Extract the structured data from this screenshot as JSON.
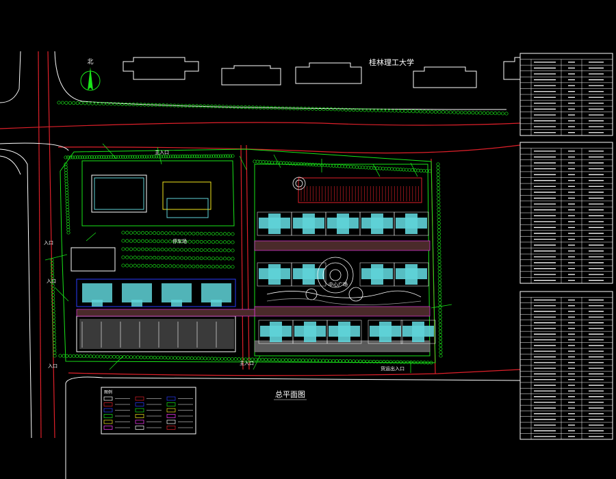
{
  "drawing": {
    "title": "总平面图",
    "university_label": "桂林理工大学",
    "north_label": "北",
    "labels": {
      "entrance_west_1": "入口",
      "entrance_west_2": "入口",
      "entrance_sw": "入口",
      "entrance_main": "主入口",
      "entrance_south": "主入口",
      "entrance_se": "货运出入口",
      "center_plaza": "中心广场",
      "parking": "停车场"
    },
    "legend_title": "图例",
    "colors": {
      "background": "#000000",
      "road_red": "#e0202a",
      "line_green": "#19e619",
      "building_cyan": "#5fd3d8",
      "white": "#ffffff",
      "blue": "#2a3cff",
      "magenta": "#ff3cff",
      "gray": "#9a9a9a",
      "yellow": "#f5e71c"
    }
  }
}
